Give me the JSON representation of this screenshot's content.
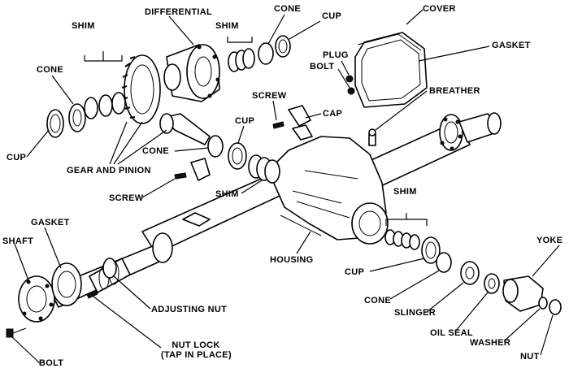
{
  "labels": {
    "shim_top_left": "SHIM",
    "differential": "DIFFERENTIAL",
    "cone_top": "CONE",
    "cup_top": "CUP",
    "cover": "COVER",
    "shim_top_mid": "SHIM",
    "gasket_top": "GASKET",
    "plug": "PLUG",
    "bolt_top": "BOLT",
    "cone_left": "CONE",
    "breather": "BREATHER",
    "screw_top": "SCREW",
    "cap": "CAP",
    "cup_mid": "CUP",
    "cup_left": "CUP",
    "cone_mid": "CONE",
    "gear_and_pinion": "GEAR AND PINION",
    "screw_left": "SCREW",
    "shim_center": "SHIM",
    "shim_right": "SHIM",
    "gasket_left": "GASKET",
    "shaft": "SHAFT",
    "housing": "HOUSING",
    "yoke": "YOKE",
    "cup_right": "CUP",
    "adjusting_nut": "ADJUSTING NUT",
    "cone_right": "CONE",
    "slinger": "SLINGER",
    "oil_seal": "OIL SEAL",
    "washer": "WASHER",
    "nut_lock_line1": "NUT LOCK",
    "nut_lock_line2": "(TAP IN PLACE)",
    "nut": "NUT",
    "bolt_bottom": "BOLT"
  }
}
